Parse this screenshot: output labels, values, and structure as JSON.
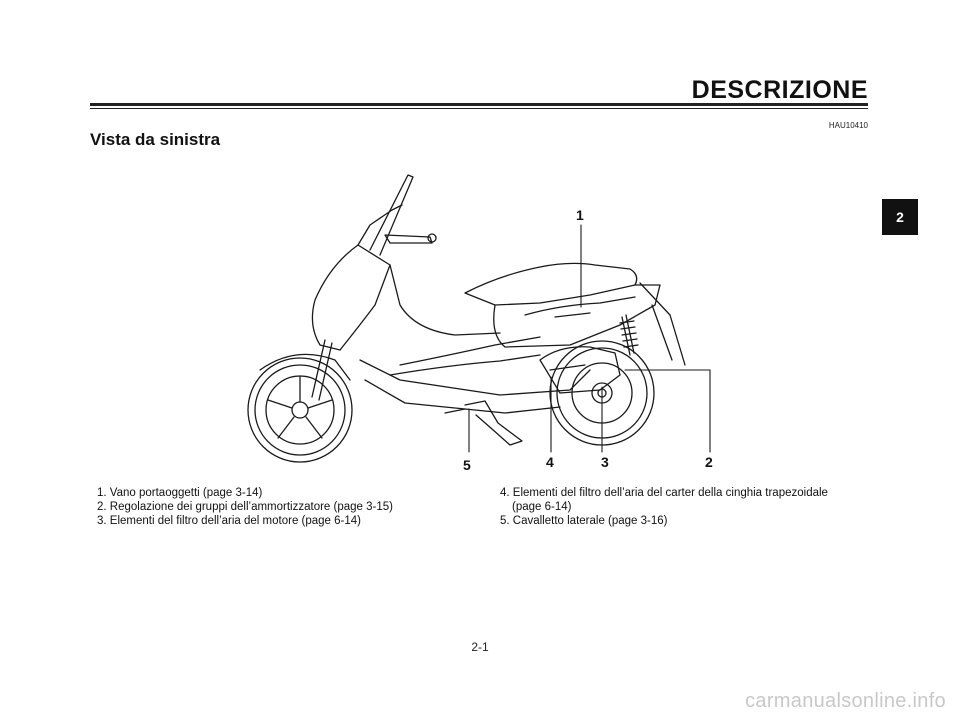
{
  "header": {
    "section_title": "DESCRIZIONE",
    "ref_code": "HAU10410"
  },
  "page": {
    "subtitle": "Vista da sinistra",
    "chapter_tab": "2",
    "page_number": "2-1"
  },
  "callouts": [
    "1",
    "2",
    "3",
    "4",
    "5"
  ],
  "legend": {
    "left": [
      "1. Vano portaoggetti (page 3-14)",
      "2. Regolazione dei gruppi dell’ammortizzatore (page 3-15)",
      "3. Elementi del filtro dell’aria del motore (page 6-14)"
    ],
    "right": [
      "4. Elementi del filtro dell’aria del carter della cinghia trapezoidale",
      "(page 6-14)",
      "5. Cavalletto laterale (page 3-16)"
    ]
  },
  "watermark": "carmanualsonline.info"
}
